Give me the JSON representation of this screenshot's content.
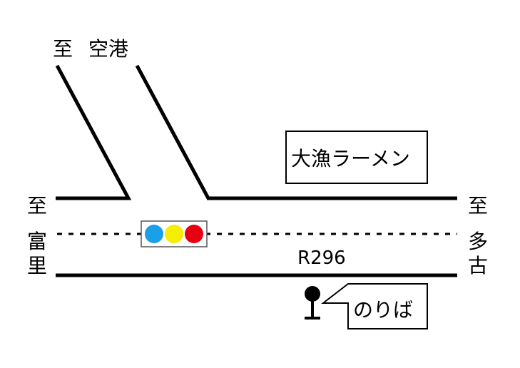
{
  "labels": {
    "to_airport_prefix": "至",
    "to_airport_name": "空港",
    "to_tomisato": [
      "至",
      "富",
      "里"
    ],
    "to_tako": [
      "至",
      "多",
      "古"
    ],
    "route": "R296",
    "restaurant": "大漁ラーメン",
    "bus_stop": "のりば"
  },
  "traffic_light": {
    "colors": [
      "#1aa0e6",
      "#f6ee00",
      "#e60012"
    ]
  },
  "colors": {
    "road": "#000000",
    "background": "#ffffff"
  },
  "icons": [
    "traffic-light-icon",
    "bus-stop-icon"
  ]
}
